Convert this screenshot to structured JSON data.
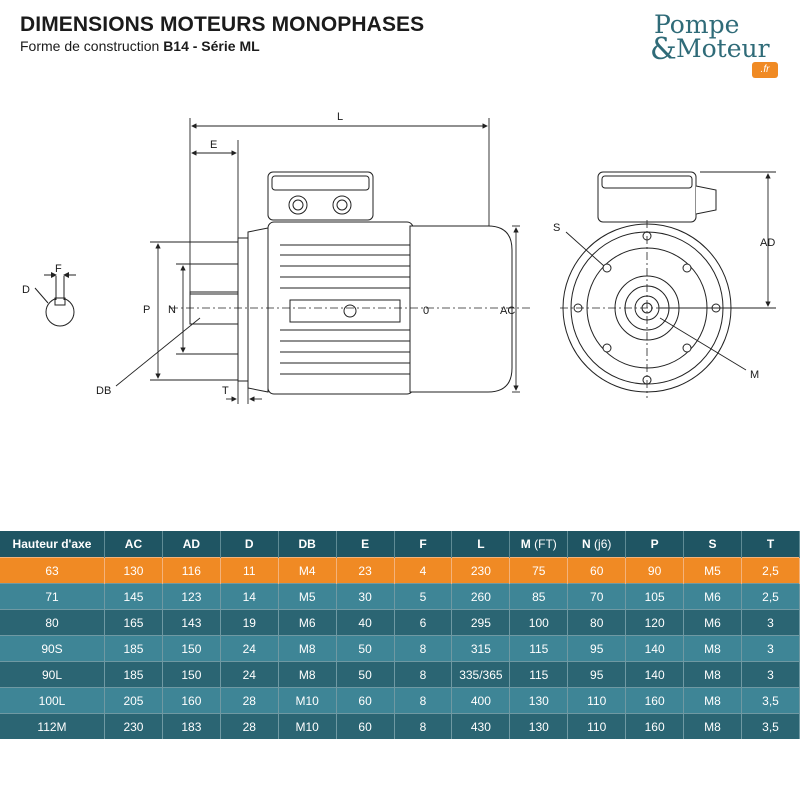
{
  "header": {
    "title": "DIMENSIONS MOTEURS MONOPHASES",
    "subtitle_prefix": "Forme de construction",
    "subtitle_bold": "B14 - Série ML"
  },
  "logo": {
    "line1": "Pompe",
    "amp": "&",
    "line2": "Moteur",
    "badge": ".fr",
    "color": "#2f6b78",
    "badge_color": "#f08a24"
  },
  "diagram_labels": {
    "L": "L",
    "E": "E",
    "F": "F",
    "D": "D",
    "P": "P",
    "N": "N",
    "DB": "DB",
    "T": "T",
    "AC": "AC",
    "AD": "AD",
    "S": "S",
    "M": "M",
    "O": "0"
  },
  "table": {
    "headers": [
      {
        "main": "Hauteur d'axe",
        "sub": ""
      },
      {
        "main": "AC",
        "sub": ""
      },
      {
        "main": "AD",
        "sub": ""
      },
      {
        "main": "D",
        "sub": ""
      },
      {
        "main": "DB",
        "sub": ""
      },
      {
        "main": "E",
        "sub": ""
      },
      {
        "main": "F",
        "sub": ""
      },
      {
        "main": "L",
        "sub": ""
      },
      {
        "main": "M",
        "sub": "(FT)"
      },
      {
        "main": "N",
        "sub": "(j6)"
      },
      {
        "main": "P",
        "sub": ""
      },
      {
        "main": "S",
        "sub": ""
      },
      {
        "main": "T",
        "sub": ""
      }
    ],
    "rows": [
      [
        "63",
        "130",
        "116",
        "11",
        "M4",
        "23",
        "4",
        "230",
        "75",
        "60",
        "90",
        "M5",
        "2,5"
      ],
      [
        "71",
        "145",
        "123",
        "14",
        "M5",
        "30",
        "5",
        "260",
        "85",
        "70",
        "105",
        "M6",
        "2,5"
      ],
      [
        "80",
        "165",
        "143",
        "19",
        "M6",
        "40",
        "6",
        "295",
        "100",
        "80",
        "120",
        "M6",
        "3"
      ],
      [
        "90S",
        "185",
        "150",
        "24",
        "M8",
        "50",
        "8",
        "315",
        "115",
        "95",
        "140",
        "M8",
        "3"
      ],
      [
        "90L",
        "185",
        "150",
        "24",
        "M8",
        "50",
        "8",
        "335/365",
        "115",
        "95",
        "140",
        "M8",
        "3"
      ],
      [
        "100L",
        "205",
        "160",
        "28",
        "M10",
        "60",
        "8",
        "400",
        "130",
        "110",
        "160",
        "M8",
        "3,5"
      ],
      [
        "112M",
        "230",
        "183",
        "28",
        "M10",
        "60",
        "8",
        "430",
        "130",
        "110",
        "160",
        "M8",
        "3,5"
      ]
    ],
    "colors": {
      "header": "#1f5563",
      "highlight": "#f08a24",
      "row_light": "#3e8596",
      "row_dark": "#2b6573"
    }
  }
}
